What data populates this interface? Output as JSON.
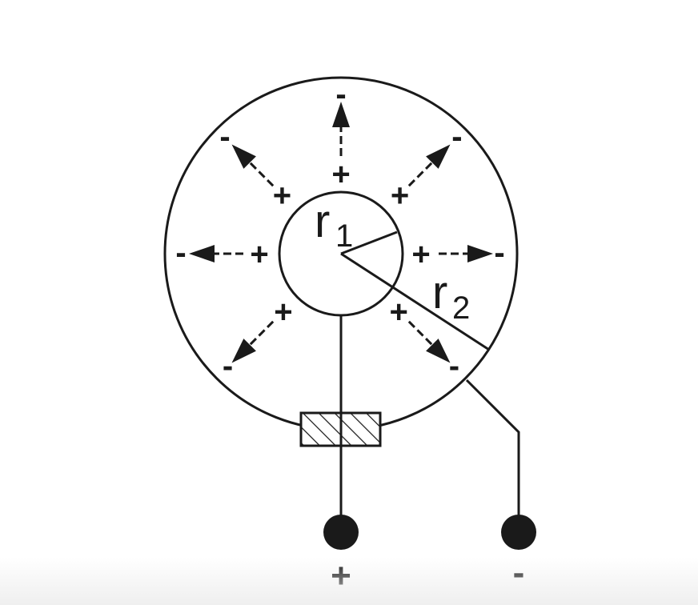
{
  "labels": {
    "r1": "r",
    "r1_sub": "1",
    "r2": "r",
    "r2_sub": "2",
    "terminal_pos": "+",
    "terminal_neg": "-"
  },
  "field_lines": [
    {
      "dir": "top",
      "inner_sign": "+",
      "outer_sign": "-"
    },
    {
      "dir": "top-right",
      "inner_sign": "+",
      "outer_sign": "-"
    },
    {
      "dir": "right",
      "inner_sign": "+",
      "outer_sign": "-"
    },
    {
      "dir": "bottom-right",
      "inner_sign": "+",
      "outer_sign": "-"
    },
    {
      "dir": "bottom-left",
      "inner_sign": "+",
      "outer_sign": "-"
    },
    {
      "dir": "left",
      "inner_sign": "+",
      "outer_sign": "-"
    },
    {
      "dir": "top-left",
      "inner_sign": "+",
      "outer_sign": "-"
    }
  ],
  "colors": {
    "stroke": "#1a1a1a",
    "background": "#ffffff"
  }
}
